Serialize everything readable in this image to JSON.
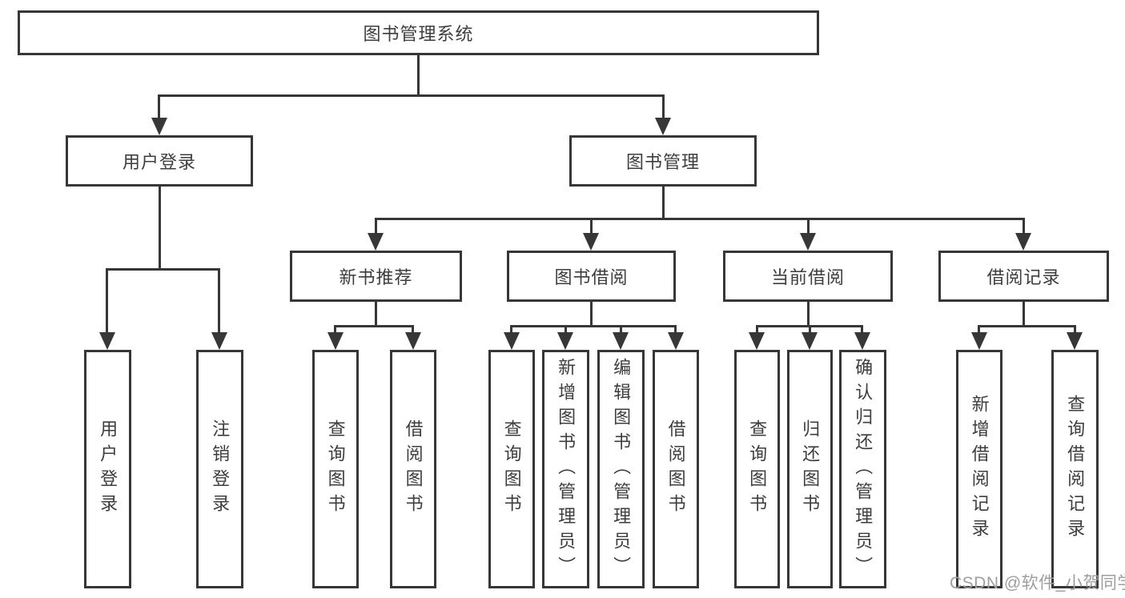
{
  "diagram": {
    "tree": {
      "label": "图书管理系统",
      "children": [
        {
          "label": "用户登录",
          "children": [
            {
              "label": "用户登录"
            },
            {
              "label": "注销登录"
            }
          ]
        },
        {
          "label": "图书管理",
          "children": [
            {
              "label": "新书推荐",
              "children": [
                {
                  "label": "查询图书"
                },
                {
                  "label": "借阅图书"
                }
              ]
            },
            {
              "label": "图书借阅",
              "children": [
                {
                  "label": "查询图书"
                },
                {
                  "label": "新增图书（管理员）"
                },
                {
                  "label": "编辑图书（管理员）"
                },
                {
                  "label": "借阅图书"
                }
              ]
            },
            {
              "label": "当前借阅",
              "children": [
                {
                  "label": "查询图书"
                },
                {
                  "label": "归还图书"
                },
                {
                  "label": "确认归还（管理员）"
                }
              ]
            },
            {
              "label": "借阅记录",
              "children": [
                {
                  "label": "新增借阅记录"
                },
                {
                  "label": "查询借阅记录"
                }
              ]
            }
          ]
        }
      ]
    },
    "colors": {
      "line": "#373737",
      "text": "#3d3d3d",
      "background": "#ffffff",
      "watermark_text": "#9e9e9e"
    }
  },
  "watermark": {
    "text": "CSDN @软件_小贺同学"
  }
}
